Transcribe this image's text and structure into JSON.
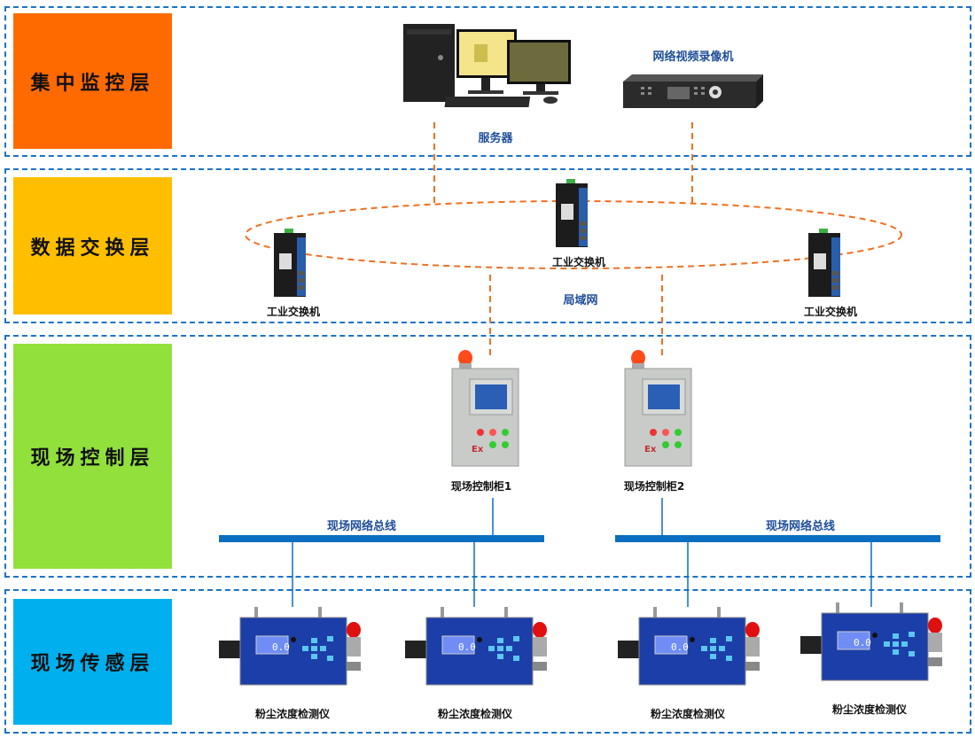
{
  "layers": [
    {
      "label": "集中监控层",
      "color": "#ff6a00"
    },
    {
      "label": "数据交换层",
      "color": "#ffbf00"
    },
    {
      "label": "现场控制层",
      "color": "#92e03c"
    },
    {
      "label": "现场传感层",
      "color": "#00b0ee"
    }
  ],
  "monitoring": {
    "server_label": "服务器",
    "nvr_label": "网络视频录像机"
  },
  "exchange": {
    "switch_label": "工业交换机",
    "lan_label": "局域网"
  },
  "control": {
    "cabinets": [
      {
        "label": "现场控制柜1",
        "ex_mark": "Ex"
      },
      {
        "label": "现场控制柜2",
        "ex_mark": "Ex"
      }
    ],
    "bus_label": "现场网络总线"
  },
  "sensing": {
    "devices": [
      {
        "label": "粉尘浓度检测仪",
        "reading": "0.0"
      },
      {
        "label": "粉尘浓度检测仪",
        "reading": "0.0"
      },
      {
        "label": "粉尘浓度检测仪",
        "reading": "0.0"
      },
      {
        "label": "粉尘浓度检测仪",
        "reading": "0.0"
      }
    ]
  },
  "colors": {
    "layer_border": "#1a73c8",
    "ethernet_link": "#f07020",
    "fieldbus": "#0b6ec0",
    "caption_blue": "#1f4e9a"
  }
}
